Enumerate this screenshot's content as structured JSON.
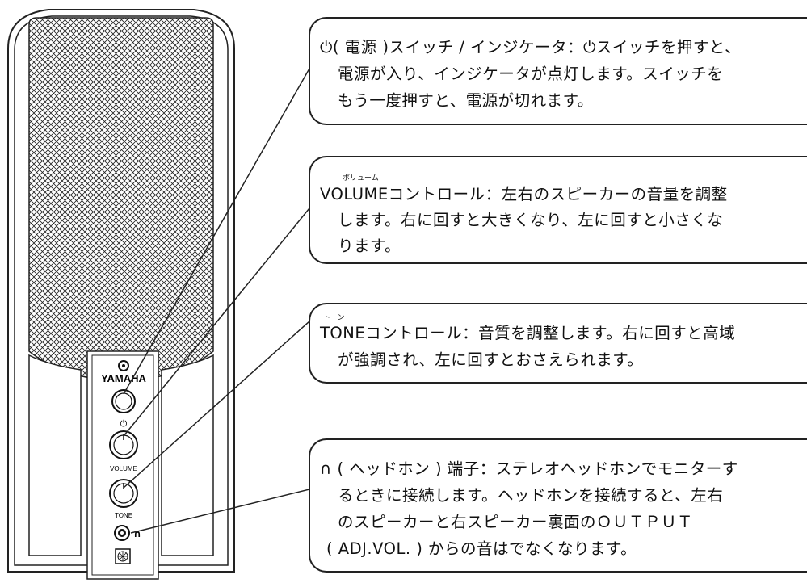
{
  "speaker": {
    "brand": "YAMAHA",
    "power_symbol": "⏻",
    "volume_label": "VOLUME",
    "tone_label": "TONE",
    "headphone_symbol": "∩"
  },
  "callouts": {
    "power": {
      "lines": [
        "⏻( 電源 )スイッチ / インジケータ：⏻スイッチを押すと、",
        "電源が入り、インジケータが点灯します。スイッチを",
        "もう一度押すと、電源が切れます。"
      ]
    },
    "volume": {
      "ruby": "ボリューム",
      "lines": [
        "VOLUMEコントロール：左右のスピーカーの音量を調整",
        "します。右に回すと大きくなり、左に回すと小さくな",
        "ります。"
      ]
    },
    "tone": {
      "ruby": "トーン",
      "lines": [
        "TONEコントロール：音質を調整します。右に回すと高域",
        "が強調され、左に回すとおさえられます。"
      ]
    },
    "headphone": {
      "lines": [
        "∩ ( ヘッドホン ) 端子：ステレオヘッドホンでモニターす",
        "るときに接続します。ヘッドホンを接続すると、左右",
        "のスピーカーと右スピーカー裏面のＯＵＴＰＵＴ",
        "( ADJ.VOL. ) からの音はでなくなります。"
      ]
    }
  }
}
